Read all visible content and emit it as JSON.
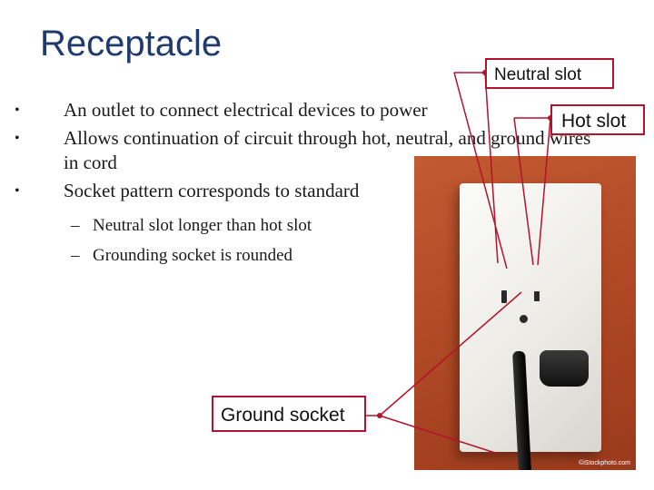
{
  "slide": {
    "title": "Receptacle",
    "bullets": [
      "An outlet to connect electrical devices to power",
      "Allows continuation of circuit through hot, neutral, and ground wires in cord",
      "Socket pattern corresponds to standard"
    ],
    "sub_bullets": [
      "Neutral slot longer than hot slot",
      "Grounding socket is rounded"
    ]
  },
  "callouts": {
    "neutral": "Neutral slot",
    "hot": "Hot slot",
    "ground": "Ground socket"
  },
  "photo": {
    "credit": "©iStockphoto.com"
  },
  "colors": {
    "title": "#1f3a6e",
    "callout_border": "#b3132c",
    "wall": "#b24a26"
  }
}
